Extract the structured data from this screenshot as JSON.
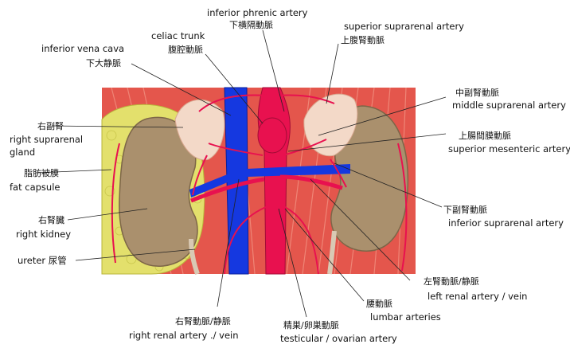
{
  "labels": {
    "inferior_phrenic_en": "inferior phrenic artery",
    "inferior_phrenic_jp": "下横隔動脈",
    "celiac_en": "celiac trunk",
    "celiac_jp": "腹腔動脈",
    "ivc_en": "inferior vena cava",
    "ivc_jp": "下大静脈",
    "sup_suprarenal_en": "superior suprarenal artery",
    "sup_suprarenal_jp": "上腹腎動脈",
    "right_adrenal_jp": "右副腎",
    "right_adrenal_en_1": "right  suprarenal",
    "right_adrenal_en_2": "gland",
    "fat_capsule_jp": "脂肪被膜",
    "fat_capsule_en": "fat capsule",
    "right_kidney_jp": "右腎臓",
    "right_kidney_en": "right kidney",
    "ureter": "ureter  尿管",
    "mid_suprarenal_jp": "中副腎動脈",
    "mid_suprarenal_en": "middle suprarenal artery",
    "sup_mesenteric_jp": "上腸間膜動脈",
    "sup_mesenteric_en": "superior mesenteric artery",
    "inf_suprarenal_jp": "下副腎動脈",
    "inf_suprarenal_en": "inferior suprarenal artery",
    "left_renal_jp": "左腎動脈/静脈",
    "left_renal_en": "left renal artery / vein",
    "lumbar_jp": "腰動脈",
    "lumbar_en": "lumbar arteries",
    "right_renal_jp": "右腎動脈/静脈",
    "right_renal_en": "right renal artery ./ vein",
    "testicular_jp": "精巣/卵巣動脈",
    "testicular_en": "testicular / ovarian artery"
  },
  "colors": {
    "muscle": "#e8554a",
    "kidney": "#a88f6c",
    "fat": "#e2e06a",
    "adrenal": "#f2d8c8",
    "artery": "#e8104f",
    "vein": "#1437e0",
    "leader": "#222222"
  }
}
